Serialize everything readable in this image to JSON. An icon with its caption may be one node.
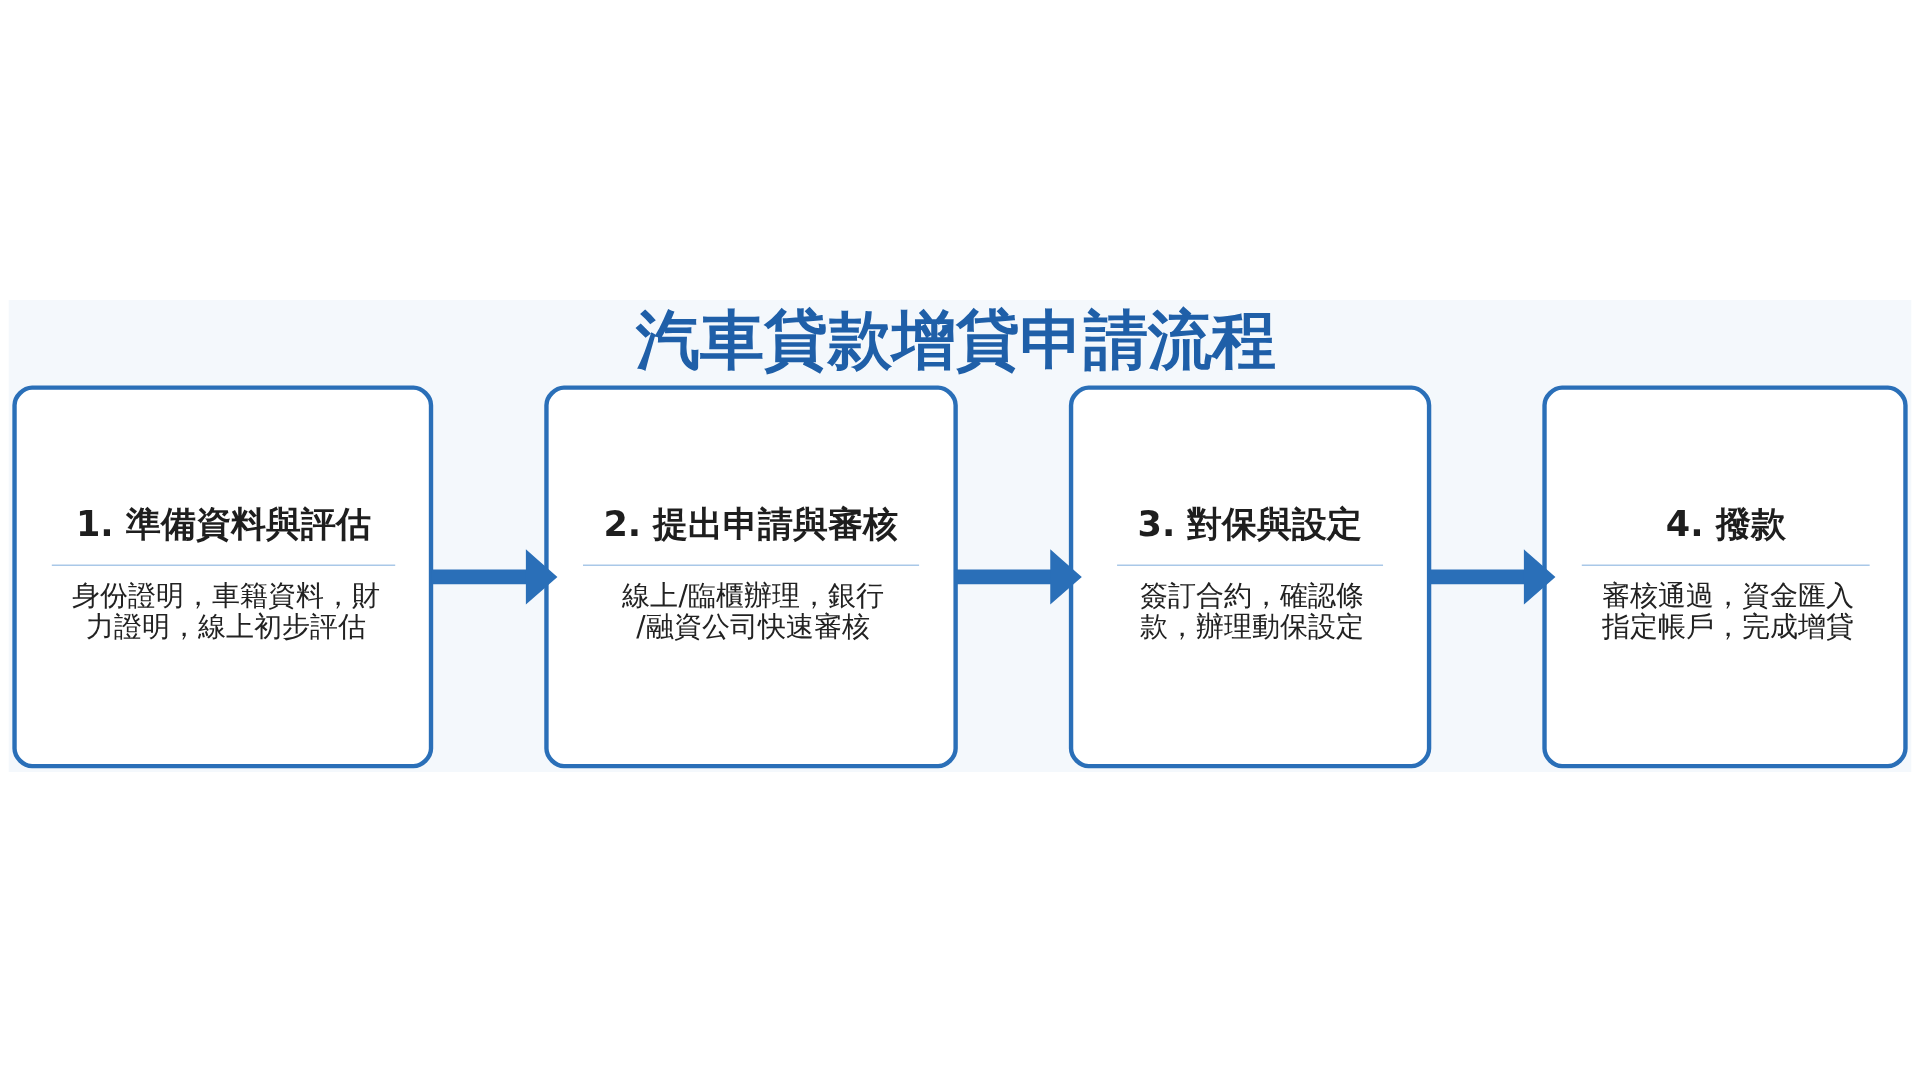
{
  "diagram": {
    "title": "汽車貸款增貸申請流程",
    "nodes": [
      {
        "text": [
          "1. 準備資料與評估",
          "身份證明，車籍資料，財力證明，線上初步評估"
        ]
      },
      {
        "text": [
          "2. 提出申請與審核",
          "線上/臨櫃辦理，銀行/融資公司快速審核"
        ]
      },
      {
        "text": [
          "3. 對保與設定",
          "簽訂合約，確認條款，辦理動保設定"
        ]
      },
      {
        "text": [
          "4. 撥款",
          "審核通過，資金匯入指定帳戶，完成增貸"
        ]
      }
    ],
    "edges": [
      {
        "from": 0,
        "to": 1,
        "arrow": "to"
      },
      {
        "from": 1,
        "to": 2,
        "arrow": "to"
      },
      {
        "from": 2,
        "to": 3,
        "arrow": "to"
      }
    ]
  }
}
